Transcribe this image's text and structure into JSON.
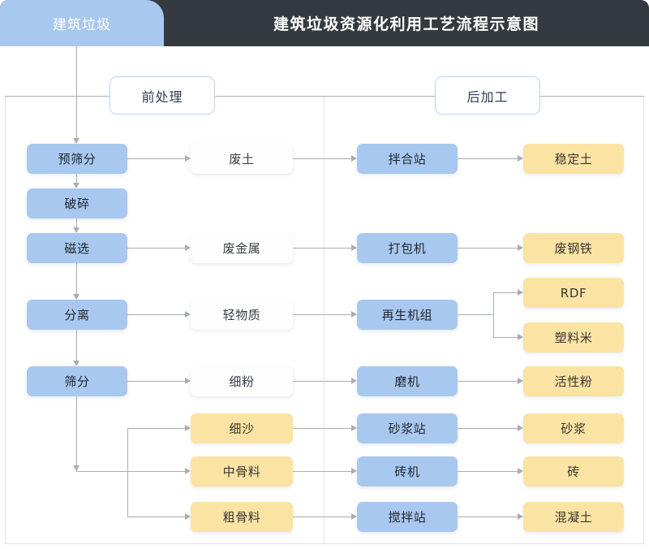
{
  "header": {
    "tab_label": "建筑垃圾",
    "title": "建筑垃圾资源化利用工艺流程示意图",
    "tab_color": "#a8c8f0",
    "bar_color": "#343a40"
  },
  "sections": [
    {
      "id": "pre",
      "label": "前处理"
    },
    {
      "id": "post",
      "label": "后加工"
    }
  ],
  "palette": {
    "blue": "#a8c8f0",
    "white": "#fdfdfd",
    "orange": "#fbe3a4",
    "line": "#a9aeb5",
    "border": "#e2e2ee"
  },
  "columns": {
    "process": [
      {
        "id": "pre-screen",
        "label": "预筛分"
      },
      {
        "id": "crush",
        "label": "破碎"
      },
      {
        "id": "magnetic",
        "label": "磁选"
      },
      {
        "id": "separate",
        "label": "分离"
      },
      {
        "id": "screen",
        "label": "筛分"
      }
    ],
    "materials": [
      {
        "id": "waste-soil",
        "label": "废土",
        "style": "white"
      },
      {
        "id": "waste-metal",
        "label": "废金属",
        "style": "white"
      },
      {
        "id": "light-matter",
        "label": "轻物质",
        "style": "white"
      },
      {
        "id": "fine-powder",
        "label": "细粉",
        "style": "white"
      },
      {
        "id": "fine-sand",
        "label": "细沙",
        "style": "orange"
      },
      {
        "id": "mid-agg",
        "label": "中骨料",
        "style": "orange"
      },
      {
        "id": "coarse-agg",
        "label": "粗骨料",
        "style": "orange"
      }
    ],
    "equipment": [
      {
        "id": "mixing-station",
        "label": "拌合站"
      },
      {
        "id": "baler",
        "label": "打包机"
      },
      {
        "id": "regen-unit",
        "label": "再生机组"
      },
      {
        "id": "mill",
        "label": "磨机"
      },
      {
        "id": "mortar-station",
        "label": "砂浆站"
      },
      {
        "id": "brick-machine",
        "label": "砖机"
      },
      {
        "id": "concrete-mixer",
        "label": "搅拌站"
      }
    ],
    "products": [
      {
        "id": "stabilized-soil",
        "label": "稳定土"
      },
      {
        "id": "scrap-steel",
        "label": "废钢铁"
      },
      {
        "id": "rdf",
        "label": "RDF"
      },
      {
        "id": "plastic-pellet",
        "label": "塑料米"
      },
      {
        "id": "active-powder",
        "label": "活性粉"
      },
      {
        "id": "mortar",
        "label": "砂浆"
      },
      {
        "id": "brick",
        "label": "砖"
      },
      {
        "id": "concrete",
        "label": "混凝土"
      }
    ]
  }
}
